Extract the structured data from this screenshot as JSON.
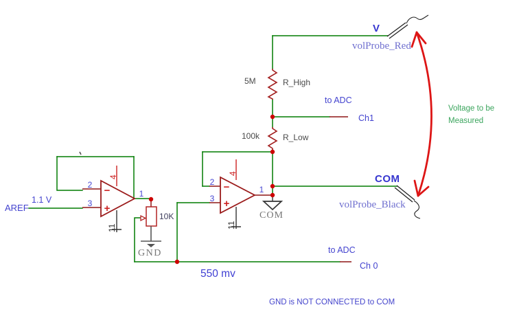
{
  "colors": {
    "wire_green": "#007b00",
    "component_red": "#9b1b1b",
    "power_pin_red": "#cc2222",
    "junction_red": "#cc0000",
    "blue_label": "#4343cf",
    "probe_label_purple": "#6f6fcf",
    "gray_symbol": "#757575",
    "resistor_label_gray": "#4a4a4a",
    "arrow_red": "#dd1515",
    "annotation_green": "#3ba55d"
  },
  "probes": {
    "v_terminal": "V",
    "red_probe_name": "volProbe_Red",
    "com_terminal": "COM",
    "black_probe_name": "volProbe_Black"
  },
  "divider": {
    "r_high_value": "5M",
    "r_high_name": "R_High",
    "r_low_value": "100k",
    "r_low_name": "R_Low"
  },
  "adc": {
    "ch1_note": "to ADC",
    "ch1_label": "Ch1",
    "ch0_note": "to ADC",
    "ch0_label": "Ch 0"
  },
  "reference": {
    "aref_label": "AREF",
    "aref_voltage": "1.1 V",
    "pot_value": "10K",
    "gnd_label": "GND",
    "wiper_voltage": "550 mv"
  },
  "opamp1": {
    "pin_output": "1",
    "pin_inverting": "2",
    "pin_noninverting": "3",
    "pin_power_pos": "4",
    "pin_power_neg": "11",
    "minus_sign": "−",
    "plus_sign": "+"
  },
  "opamp2": {
    "pin_output": "1",
    "pin_inverting": "2",
    "pin_noninverting": "3",
    "pin_power_pos": "4",
    "pin_power_neg": "11",
    "minus_sign": "−",
    "plus_sign": "+",
    "com_symbol_label": "COM"
  },
  "annotations": {
    "measured_line1": "Voltage to be",
    "measured_line2": "Measured",
    "note": "GND is NOT CONNECTED to COM"
  }
}
